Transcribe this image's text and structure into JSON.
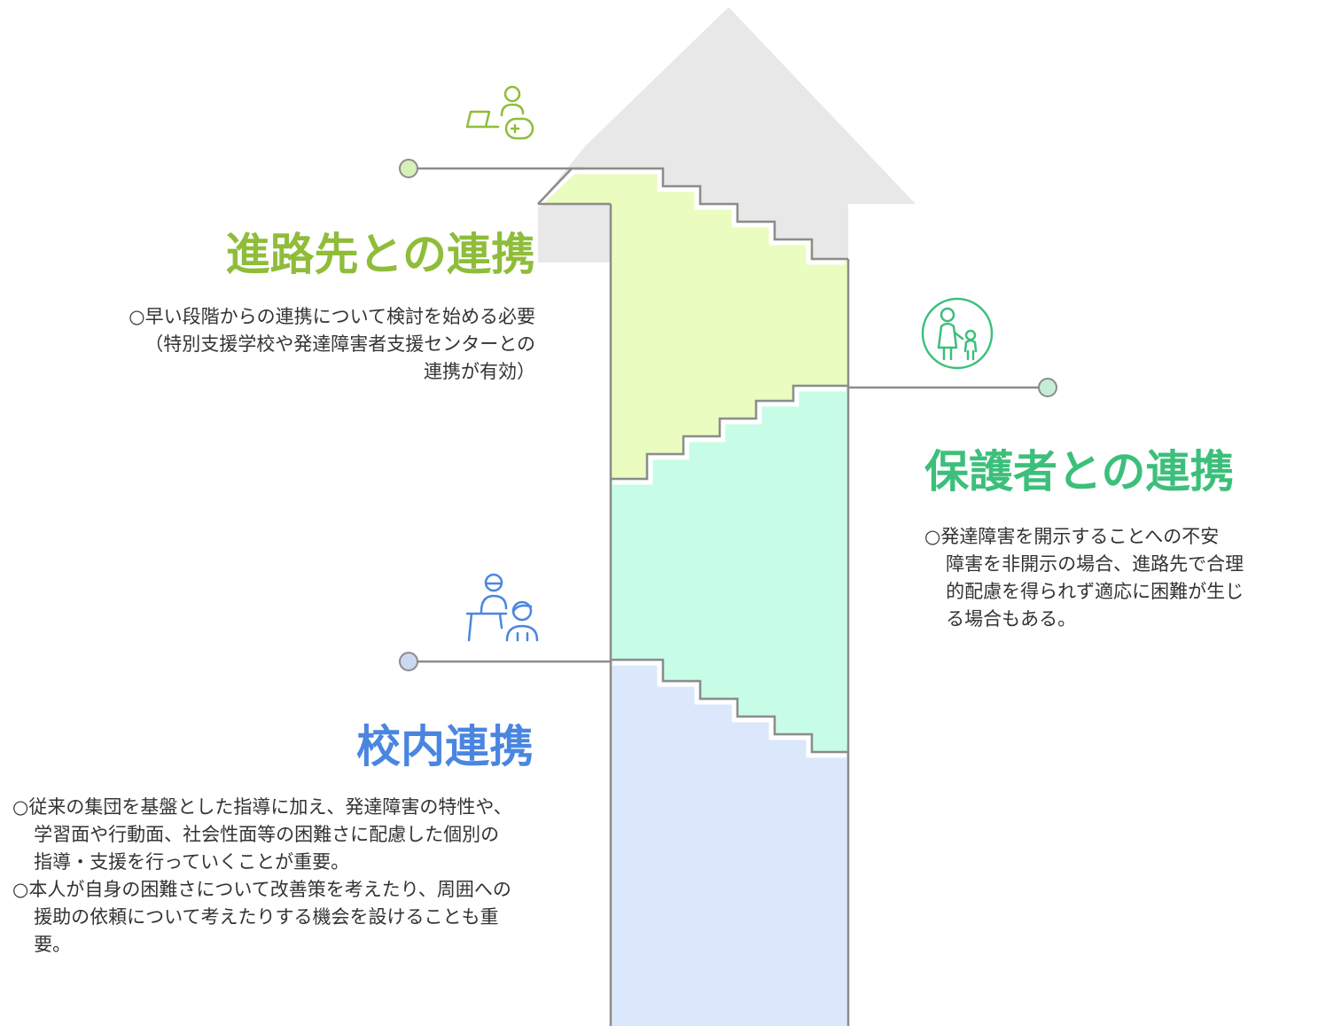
{
  "colors": {
    "arrow_gray": "#e8e8e8",
    "outline": "#8c8c8c",
    "career_fill": "#eafcbf",
    "career_text": "#8fbd3a",
    "career_dot": "#d8f0b8",
    "parents_fill": "#c7fde6",
    "parents_text": "#3cbf7a",
    "parents_dot": "#c6edd6",
    "school_fill": "#dbe7fb",
    "school_text": "#4a86e0",
    "school_dot": "#ccd8f0",
    "body_text": "#333333"
  },
  "steps": {
    "career": {
      "title": "進路先との連携",
      "lines": [
        "○早い段階からの連携について検討を始める必要",
        "（特別支援学校や発達障害者支援センターとの",
        "連携が有効）"
      ],
      "icon": "laptop-person-controller-icon"
    },
    "parents": {
      "title": "保護者との連携",
      "lines": [
        "○発達障害を開示することへの不安",
        "障害を非開示の場合、進路先で合理",
        "的配慮を得られず適応に困難が生じ",
        "る場合もある。"
      ],
      "icon": "parent-child-icon"
    },
    "school": {
      "title": "校内連携",
      "paragraphs": [
        "○従来の集団を基盤とした指導に加え、発達障害の特性や、学習面や行動面、社会性面等の困難さに配慮した個別の指導・支援を行っていくことが重要。",
        "○本人が自身の困難さについて改善策を考えたり、周囲への援助の依頼について考えたりする機会を設けることも重要。"
      ],
      "icon": "teacher-student-icon"
    }
  }
}
